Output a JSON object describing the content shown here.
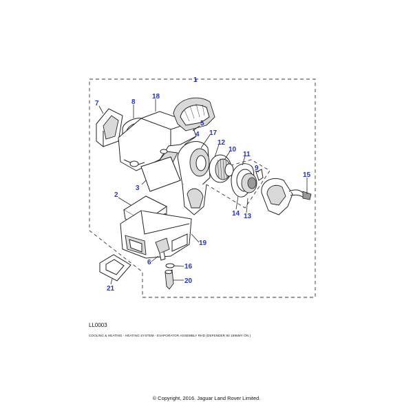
{
  "figure": {
    "code": "LL0003",
    "caption": "COOLING & HEATING - HEATING SYSTEM - EVAPORATOR ASSEMBLY RHD (DEFENDER 90 1995MY ON )",
    "copyright": "© Copyright, 2016. Jaguar Land Rover Limited."
  },
  "callouts": [
    "1",
    "2",
    "3",
    "4",
    "5",
    "6",
    "7",
    "8",
    "9",
    "10",
    "11",
    "12",
    "13",
    "14",
    "15",
    "16",
    "17",
    "18",
    "19",
    "20",
    "21"
  ],
  "colors": {
    "callout": "#2233cc",
    "line": "#222222"
  }
}
